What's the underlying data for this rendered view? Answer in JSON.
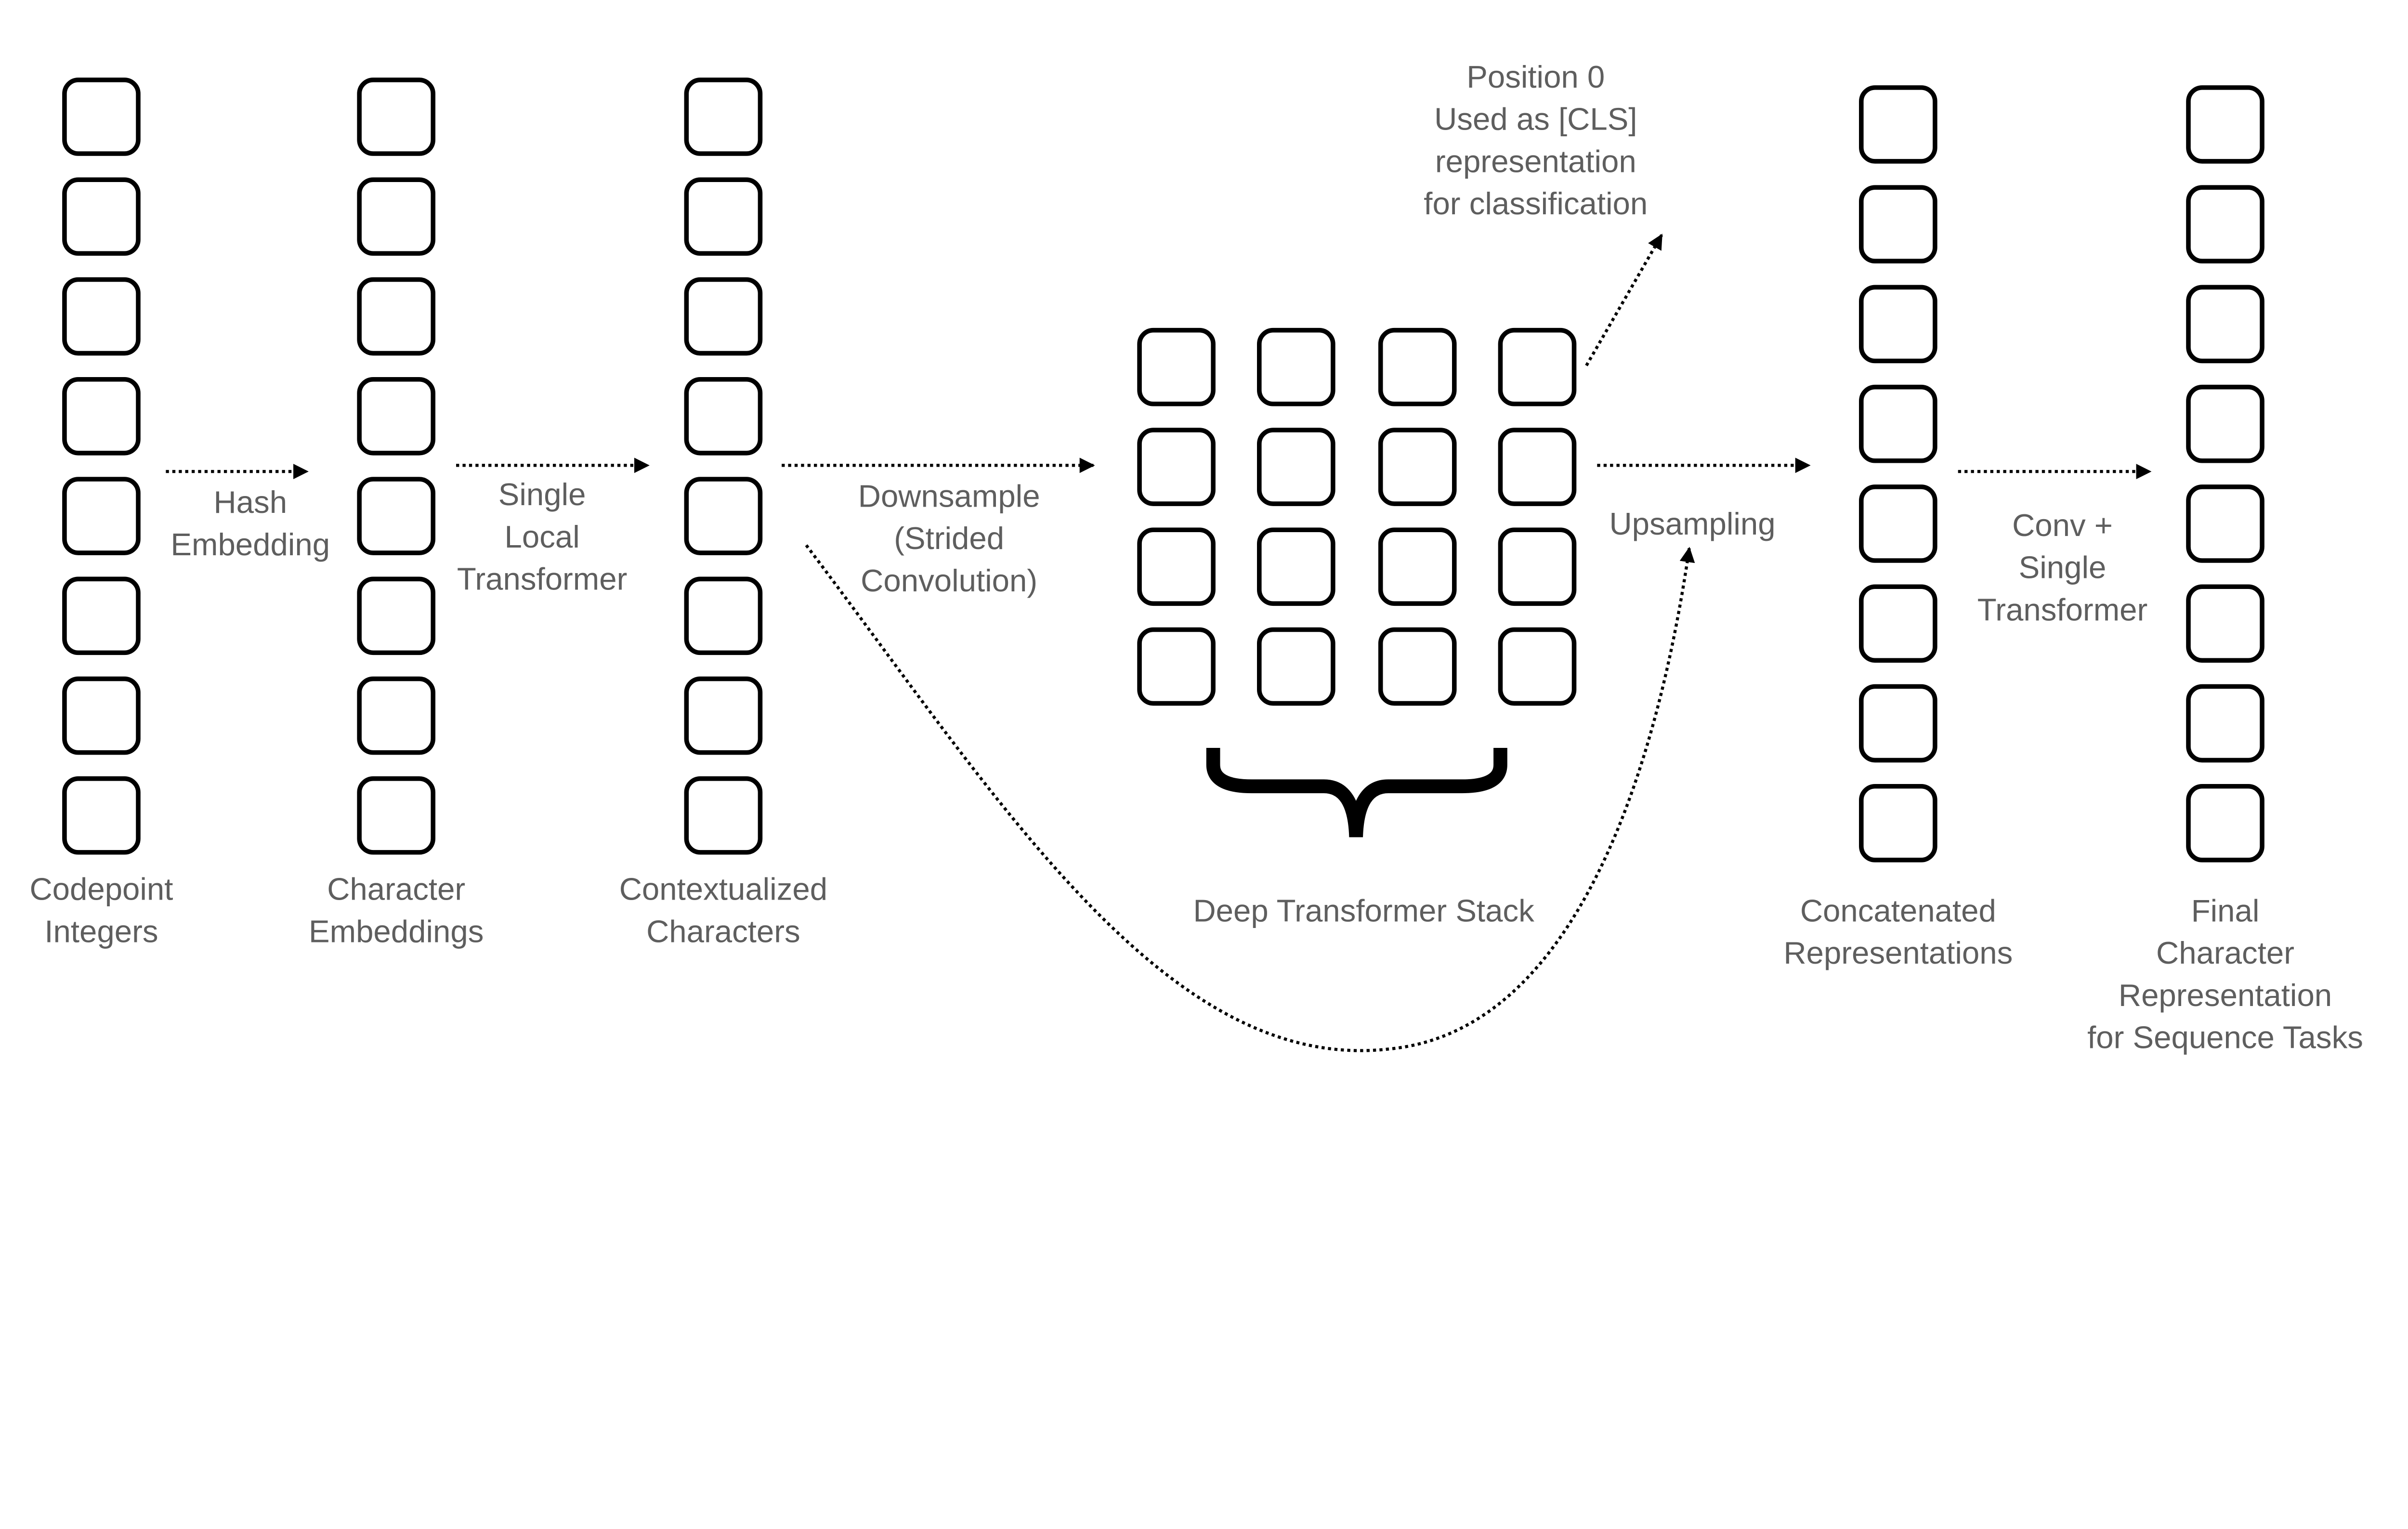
{
  "columns": {
    "codepoint": {
      "lines": [
        "Codepoint",
        "Integers"
      ],
      "cells": 8
    },
    "char_emb": {
      "lines": [
        "Character",
        "Embeddings"
      ],
      "cells": 8
    },
    "contextual": {
      "lines": [
        "Contextualized",
        "Characters"
      ],
      "cells": 8
    },
    "deep_stack": {
      "lines": [
        "Deep Transformer Stack"
      ],
      "rows": 4,
      "cols": 4
    },
    "concat": {
      "lines": [
        "Concatenated",
        "Representations"
      ],
      "cells": 8
    },
    "final": {
      "lines": [
        "Final",
        "Character",
        "Representation",
        "for Sequence Tasks"
      ],
      "cells": 8
    }
  },
  "edges": {
    "hash": [
      "Hash",
      "Embedding"
    ],
    "local": [
      "Single",
      "Local",
      "Transformer"
    ],
    "downsample": [
      "Downsample",
      "(Strided",
      "Convolution)"
    ],
    "upsampling": [
      "Upsampling"
    ],
    "conv": [
      "Conv +",
      "Single",
      "Transformer"
    ],
    "cls": [
      "Position 0",
      "Used as [CLS]",
      "representation",
      "for classification"
    ]
  },
  "colors": {
    "text": "#5e5e5e",
    "stroke": "#000000"
  }
}
